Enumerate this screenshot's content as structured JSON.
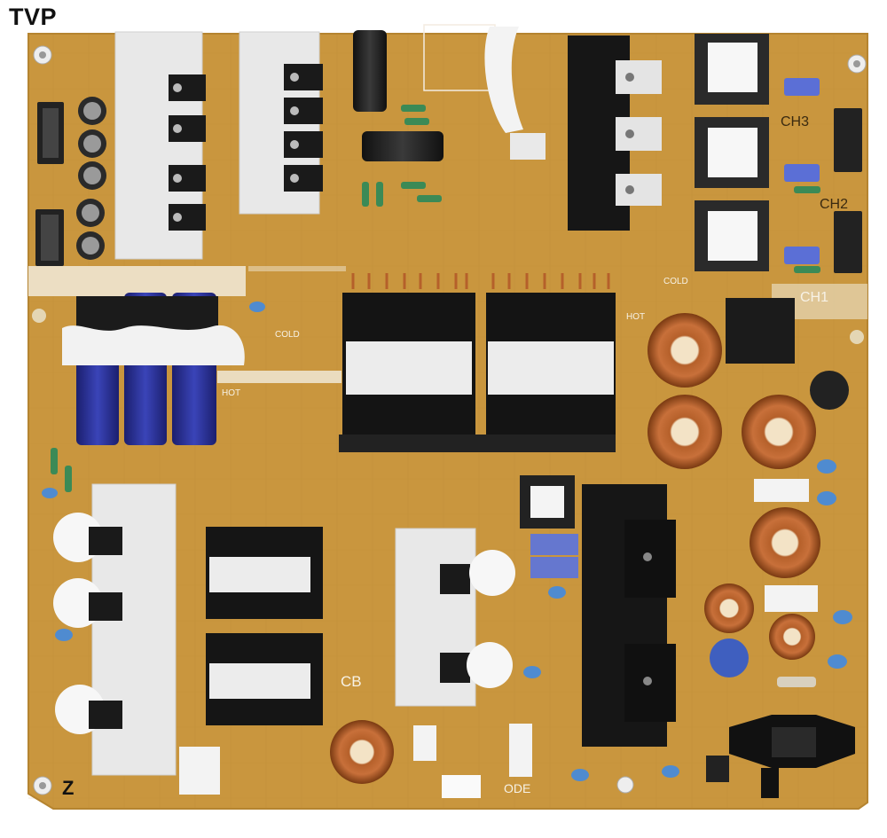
{
  "watermark": "TVP",
  "silkscreen": {
    "ch1": "CH1",
    "ch2": "CH2",
    "ch3": "CH3",
    "cold_right": "COLD",
    "cold_left": "COLD",
    "hot_right": "HOT",
    "hot_left": "HOT",
    "cb": "CB",
    "code": "ODE",
    "z_mark": "Z"
  },
  "colors": {
    "pcb": "#c9963e",
    "pcb_dark": "#a97a2a",
    "heatsink": "#e6e6e6",
    "transformer_core": "#1c1c1c",
    "capacitor_blue": "#2a2f8a",
    "copper": "#b5602a"
  }
}
